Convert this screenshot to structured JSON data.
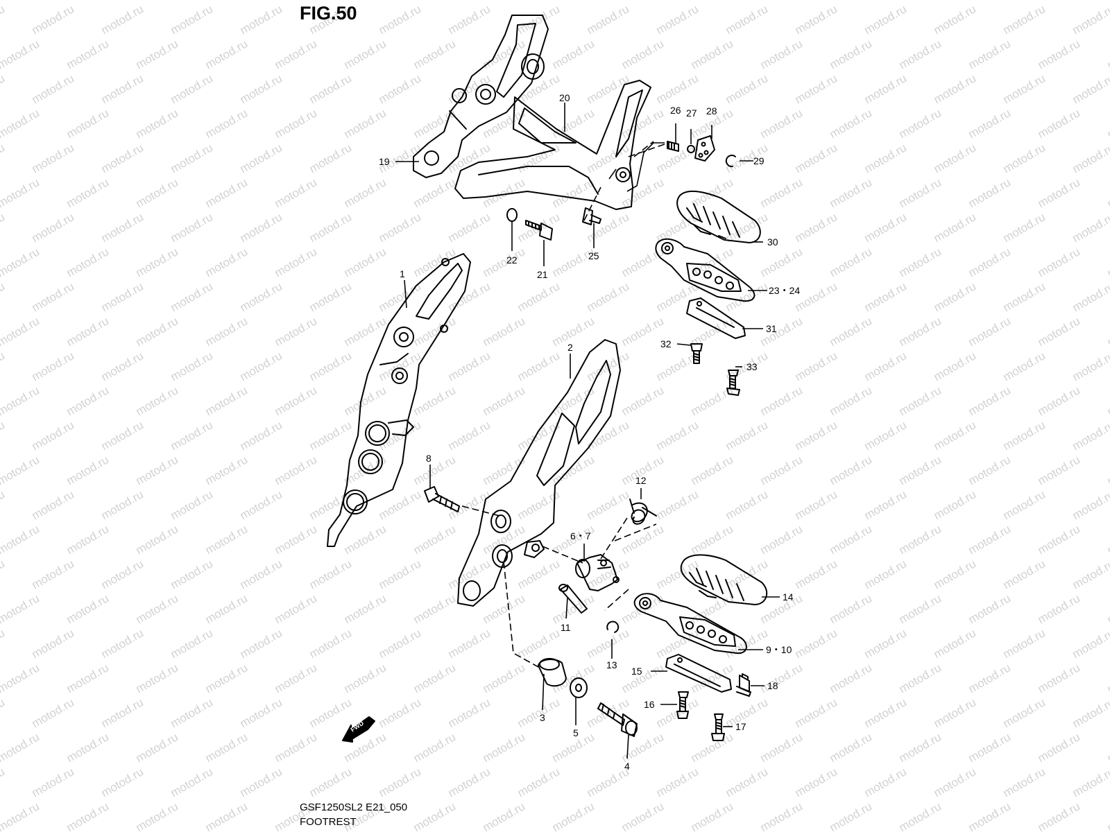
{
  "figure": {
    "title": "FIG.50",
    "code": "GSF1250SL2 E21_050",
    "name": "FOOTREST",
    "watermark": "motod.ru",
    "direction_label": "FWD"
  },
  "callouts": [
    {
      "id": "c19",
      "text": "19"
    },
    {
      "id": "c20",
      "text": "20"
    },
    {
      "id": "c26",
      "text": "26"
    },
    {
      "id": "c27",
      "text": "27"
    },
    {
      "id": "c28",
      "text": "28"
    },
    {
      "id": "c29",
      "text": "29"
    },
    {
      "id": "c30",
      "text": "30"
    },
    {
      "id": "c22",
      "text": "22"
    },
    {
      "id": "c21",
      "text": "21"
    },
    {
      "id": "c25",
      "text": "25"
    },
    {
      "id": "c1",
      "text": "1"
    },
    {
      "id": "c2324",
      "text": "23・24"
    },
    {
      "id": "c31",
      "text": "31"
    },
    {
      "id": "c32",
      "text": "32"
    },
    {
      "id": "c33",
      "text": "33"
    },
    {
      "id": "c2",
      "text": "2"
    },
    {
      "id": "c8",
      "text": "8"
    },
    {
      "id": "c12",
      "text": "12"
    },
    {
      "id": "c67",
      "text": "6・7"
    },
    {
      "id": "c14",
      "text": "14"
    },
    {
      "id": "c11",
      "text": "11"
    },
    {
      "id": "c910",
      "text": "9・10"
    },
    {
      "id": "c13",
      "text": "13"
    },
    {
      "id": "c15",
      "text": "15"
    },
    {
      "id": "c18",
      "text": "18"
    },
    {
      "id": "c3",
      "text": "3"
    },
    {
      "id": "c5",
      "text": "5"
    },
    {
      "id": "c16",
      "text": "16"
    },
    {
      "id": "c17",
      "text": "17"
    },
    {
      "id": "c4",
      "text": "4"
    }
  ]
}
